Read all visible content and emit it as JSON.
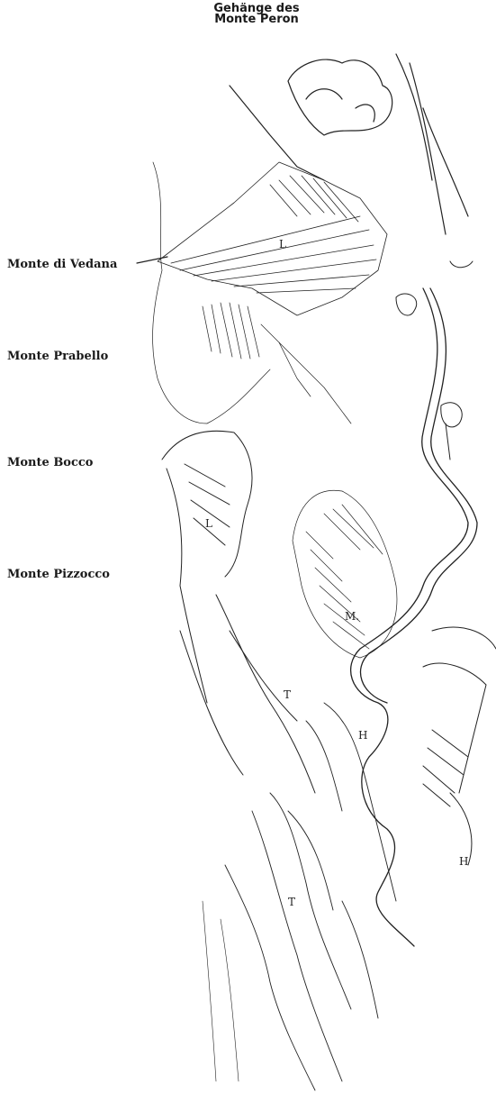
{
  "header": {
    "line1": "Gehänge des",
    "line2": "Monte Peron"
  },
  "labels": [
    {
      "id": "vedana",
      "text": "Monte di Vedana"
    },
    {
      "id": "prabello",
      "text": "Monte Prabello"
    },
    {
      "id": "bocco",
      "text": "Monte Bocco"
    },
    {
      "id": "pizzocco",
      "text": "Monte Pizzocco"
    }
  ],
  "annotations": {
    "L": "L",
    "M": "M.",
    "T": "T",
    "H": "H"
  }
}
